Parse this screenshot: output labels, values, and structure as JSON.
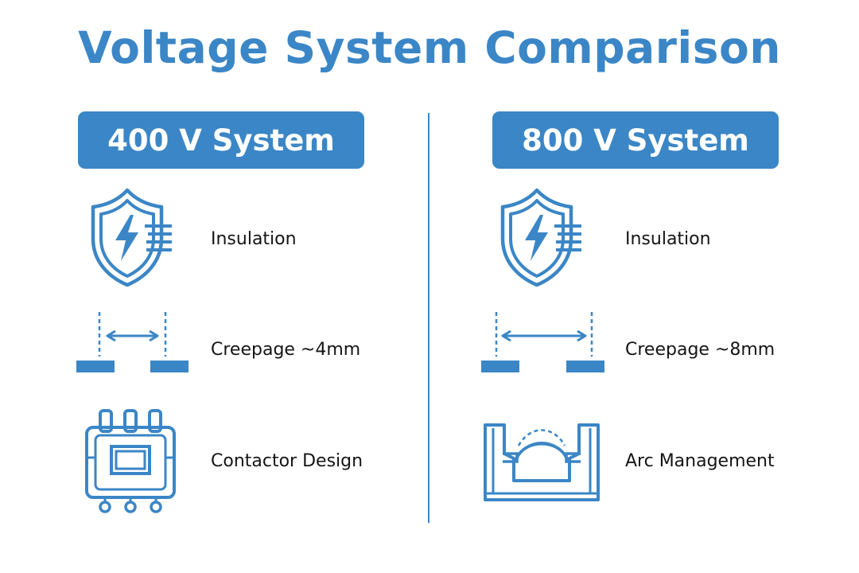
{
  "title": "Voltage System Comparison",
  "colors": {
    "accent": "#3b86c6",
    "text": "#151515"
  },
  "left": {
    "header": "400 V System",
    "rows": [
      {
        "icon": "shield-lightning-icon",
        "label": "Insulation"
      },
      {
        "icon": "creepage-distance-icon",
        "label": "Creepage ~4mm"
      },
      {
        "icon": "contactor-icon",
        "label": "Contactor Design"
      }
    ]
  },
  "right": {
    "header": "800 V System",
    "rows": [
      {
        "icon": "shield-lightning-icon",
        "label": "Insulation"
      },
      {
        "icon": "creepage-distance-icon",
        "label": "Creepage ~8mm"
      },
      {
        "icon": "arc-chamber-icon",
        "label": "Arc Management"
      }
    ]
  }
}
